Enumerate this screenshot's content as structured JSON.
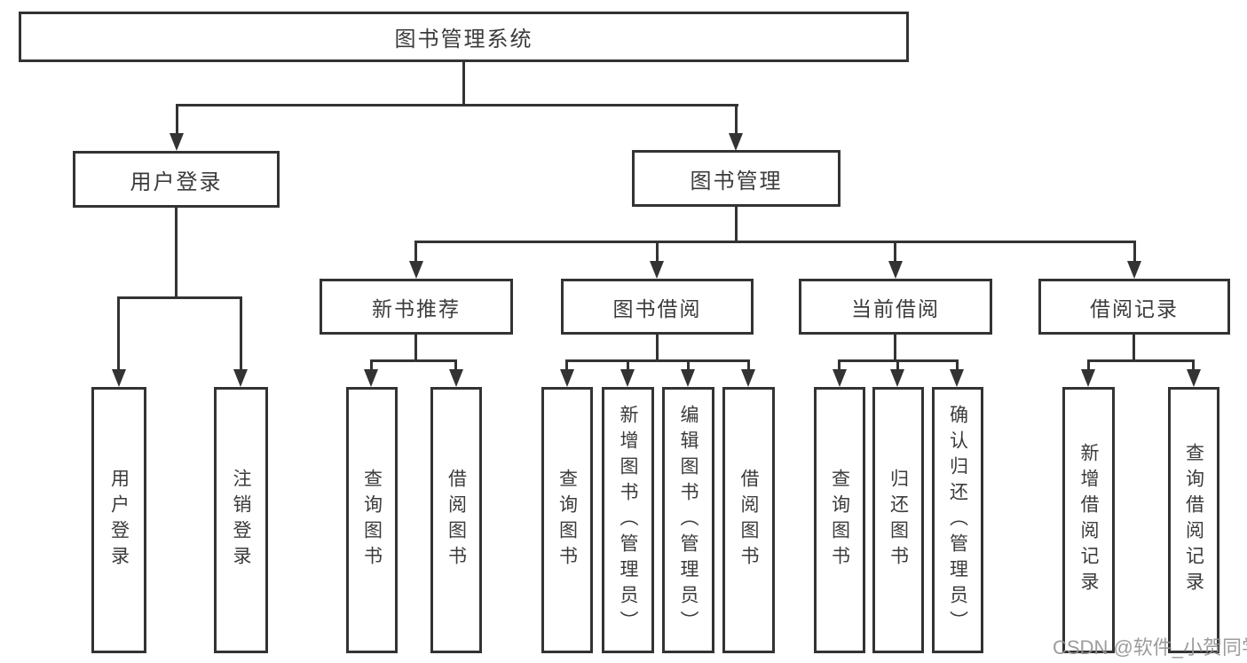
{
  "diagram": {
    "colors": {
      "line": "#333333",
      "text": "#3b3b3b",
      "box_background": "#ffffff",
      "watermark": "#949494"
    },
    "root": {
      "label": "图书管理系统"
    },
    "branches": {
      "user_login": {
        "label": "用户登录",
        "children": [
          {
            "label": "用户登录"
          },
          {
            "label": "注销登录"
          }
        ]
      },
      "book_management": {
        "label": "图书管理",
        "children": [
          {
            "label": "新书推荐",
            "children": [
              {
                "label": "查询图书"
              },
              {
                "label": "借阅图书"
              }
            ]
          },
          {
            "label": "图书借阅",
            "children": [
              {
                "label": "查询图书"
              },
              {
                "label": "新增图书（管理员）"
              },
              {
                "label": "编辑图书（管理员）"
              },
              {
                "label": "借阅图书"
              }
            ]
          },
          {
            "label": "当前借阅",
            "children": [
              {
                "label": "查询图书"
              },
              {
                "label": "归还图书"
              },
              {
                "label": "确认归还（管理员）"
              }
            ]
          },
          {
            "label": "借阅记录",
            "children": [
              {
                "label": "新增借阅记录"
              },
              {
                "label": "查询借阅记录"
              }
            ]
          }
        ]
      }
    }
  },
  "watermark": {
    "text": "CSDN @软件_小贺同学"
  }
}
